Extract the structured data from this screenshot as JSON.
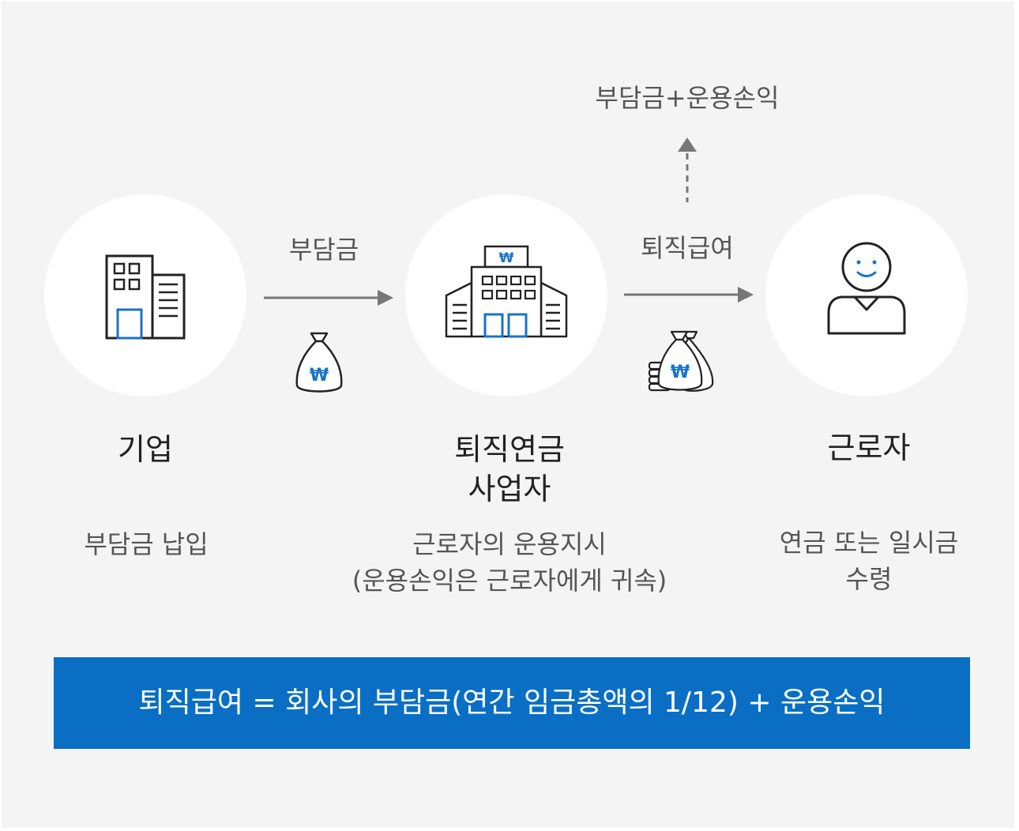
{
  "top_label": "부담금+운용손익",
  "arrows": {
    "left_label": "부담금",
    "right_label": "퇴직급여"
  },
  "nodes": [
    {
      "title": "기업",
      "description": "부담금 납입",
      "icon": "office-building-icon"
    },
    {
      "title_line1": "퇴직연금",
      "title_line2": "사업자",
      "description_line1": "근로자의 운용지시",
      "description_line2": "(운용손익은 근로자에게 귀속)",
      "icon": "bank-building-icon"
    },
    {
      "title": "근로자",
      "description_line1": "연금 또는 일시금",
      "description_line2": "수령",
      "icon": "person-icon"
    }
  ],
  "won_symbol": "₩",
  "banner": "퇴직급여 = 회사의 부담금(연간 임금총액의 1/12) + 운용손익",
  "colors": {
    "background": "#f4f4f4",
    "accent": "#0a6fc4",
    "arrow": "#777777",
    "icon_stroke": "#222222",
    "icon_accent": "#1a73c8"
  }
}
